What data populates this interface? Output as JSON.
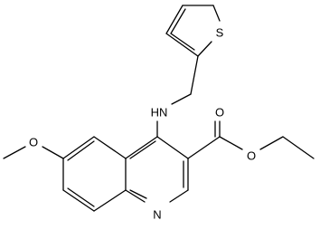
{
  "structure": {
    "atom_labels": {
      "sulfur": "S",
      "amine": "HN",
      "carbonyl_oxygen": "O",
      "ester_oxygen": "O",
      "methoxy_oxygen": "O",
      "ring_nitrogen": "N"
    }
  },
  "colors": {
    "bond": "#000000",
    "label": "#000000",
    "background": "#ffffff"
  }
}
